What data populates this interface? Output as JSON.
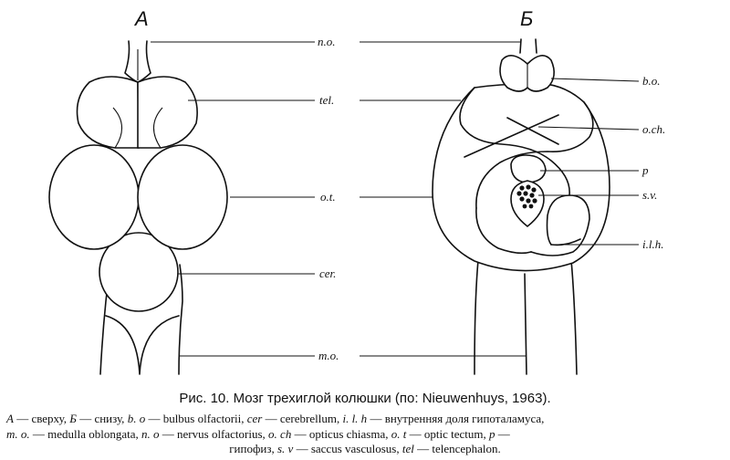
{
  "figure": {
    "panel_a": "А",
    "panel_b": "Б",
    "labels": {
      "no": "n.o.",
      "tel": "tel.",
      "ot": "o.t.",
      "cer": "cer.",
      "mo": "m.o.",
      "bo": "b.o.",
      "och": "o.ch.",
      "p": "p",
      "sv": "s.v.",
      "ilh": "i.l.h."
    }
  },
  "caption": {
    "title": "Рис. 10. Мозг трехиглой колюшки (по: Nieuwenhuys, 1963).",
    "legend": [
      [
        {
          "abbr": "А",
          "text": " — сверху, "
        },
        {
          "abbr": "Б",
          "text": " — снизу, "
        },
        {
          "abbr": "b. o",
          "text": " — bulbus olfactorii, "
        },
        {
          "abbr": "cer",
          "text": " — cerebrellum, "
        },
        {
          "abbr": "i. l. h",
          "text": " — внутренняя доля гипоталамуса,"
        }
      ],
      [
        {
          "abbr": "m. o.",
          "text": " — medulla oblongata, "
        },
        {
          "abbr": "n. o",
          "text": " — nervus olfactorius, "
        },
        {
          "abbr": "o. ch",
          "text": " — opticus chiasma, "
        },
        {
          "abbr": "o. t",
          "text": " — optic tectum, "
        },
        {
          "abbr": "p",
          "text": " —"
        }
      ],
      [
        {
          "abbr": "",
          "text": "гипофиз, "
        },
        {
          "abbr": "s. v",
          "text": " — saccus vasculosus, "
        },
        {
          "abbr": "tel",
          "text": " — telencephalon."
        }
      ]
    ]
  }
}
